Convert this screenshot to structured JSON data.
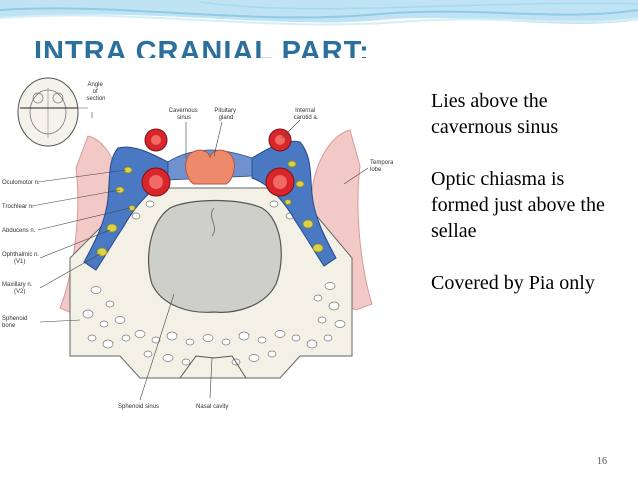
{
  "slide": {
    "title": "INTRA CRANIAL PART:",
    "bullets": [
      "Lies above the cavernous sinus",
      "Optic chiasma is formed just above the sellae",
      "Covered by Pia only"
    ],
    "page_number": "16"
  },
  "figure": {
    "labels": {
      "angle_of_section": [
        "Angle",
        "of",
        "section"
      ],
      "cavernous_sinus": [
        "Cavernous",
        "sinus"
      ],
      "pituitary_gland": [
        "Pituitary",
        "gland"
      ],
      "internal_carotid": [
        "Internal",
        "carotid a."
      ],
      "temporal_lobe": [
        "Tempora",
        "lobe"
      ],
      "oculomotor": "Oculomotor n.",
      "trochlear": "Trochlear n.",
      "abducens": "Abducens n.",
      "ophthalmic": [
        "Ophthalmic n.",
        "(V1)"
      ],
      "maxillary": [
        "Maxillary n.",
        "(V2)"
      ],
      "sphenoid_bone": [
        "Sphenoid",
        "bone"
      ],
      "sphenoid_sinus": "Sphenoid sinus",
      "nasal_cavity": "Nasal cavity"
    }
  },
  "colors": {
    "title": "#2b6f9c",
    "venous_blue": "#4a78c2",
    "artery_red": "#d8262b",
    "pituitary": "#ee8a6c",
    "temporal_lobe": "#f2c9c6",
    "nerve_yellow": "#d9d24a",
    "bone": "#f3f1e6",
    "sinus_gray": "#cfcfca"
  }
}
